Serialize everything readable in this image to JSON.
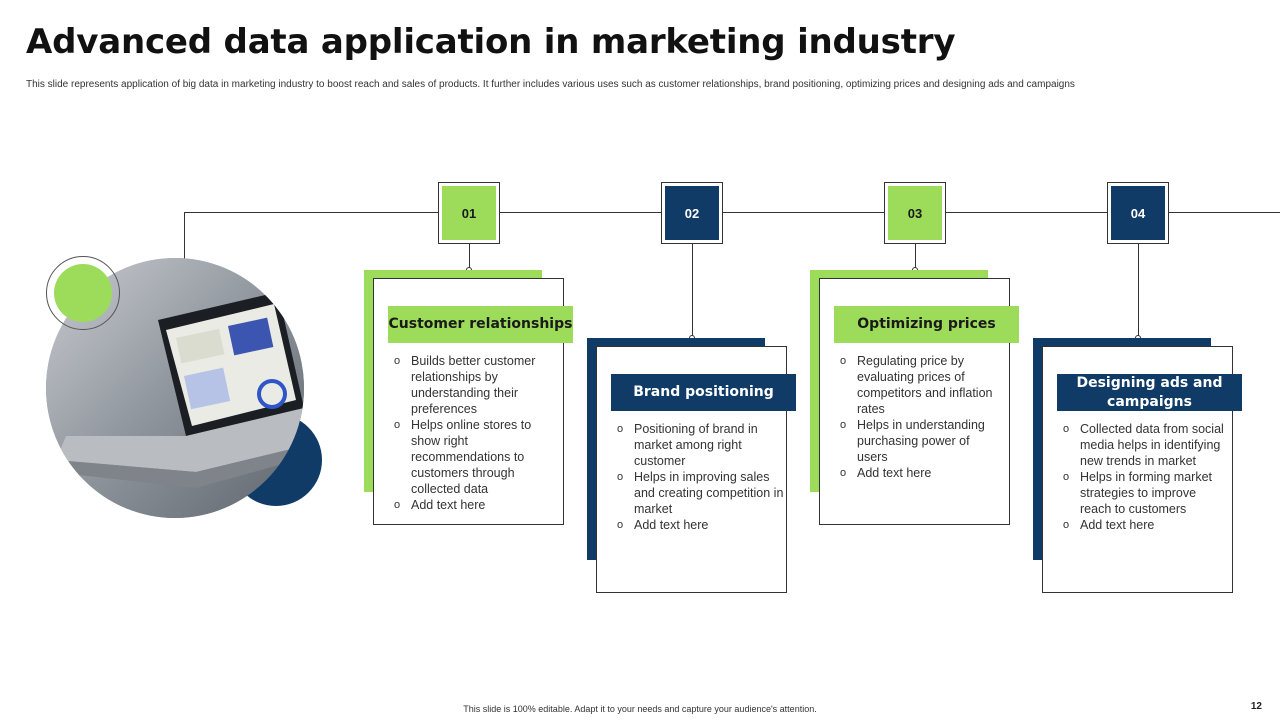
{
  "slide": {
    "title": "Advanced data application in marketing industry",
    "subtitle": "This slide represents application of big data in marketing industry to boost reach and sales of products. It further includes various uses such as customer relationships, brand positioning, optimizing prices and designing ads and campaigns",
    "footer": "This slide is 100% editable. Adapt it to your needs and capture your audience's attention.",
    "page_number": "12"
  },
  "colors": {
    "green": "#9ddb5a",
    "navy": "#0f3b66",
    "line": "#333333"
  },
  "image": {
    "icon": "laptop-dashboard-photo"
  },
  "steps": [
    {
      "number": "01",
      "color": "green",
      "title": "Customer relationships",
      "bullets": [
        "Builds better customer relationships by understanding their preferences",
        "Helps online stores to show right recommendations to customers through collected data",
        "Add text here"
      ]
    },
    {
      "number": "02",
      "color": "navy",
      "title": "Brand positioning",
      "bullets": [
        "Positioning of brand in market among right customer",
        "Helps in improving sales and creating competition in market",
        "Add text here"
      ]
    },
    {
      "number": "03",
      "color": "green",
      "title": "Optimizing prices",
      "bullets": [
        "Regulating price by evaluating prices of competitors and inflation rates",
        "Helps in understanding purchasing power of users",
        "Add text here"
      ]
    },
    {
      "number": "04",
      "color": "navy",
      "title": "Designing ads and campaigns",
      "bullets": [
        "Collected data from social media helps in identifying new trends in market",
        "Helps in forming market strategies to improve reach to customers",
        "Add text here"
      ]
    }
  ]
}
